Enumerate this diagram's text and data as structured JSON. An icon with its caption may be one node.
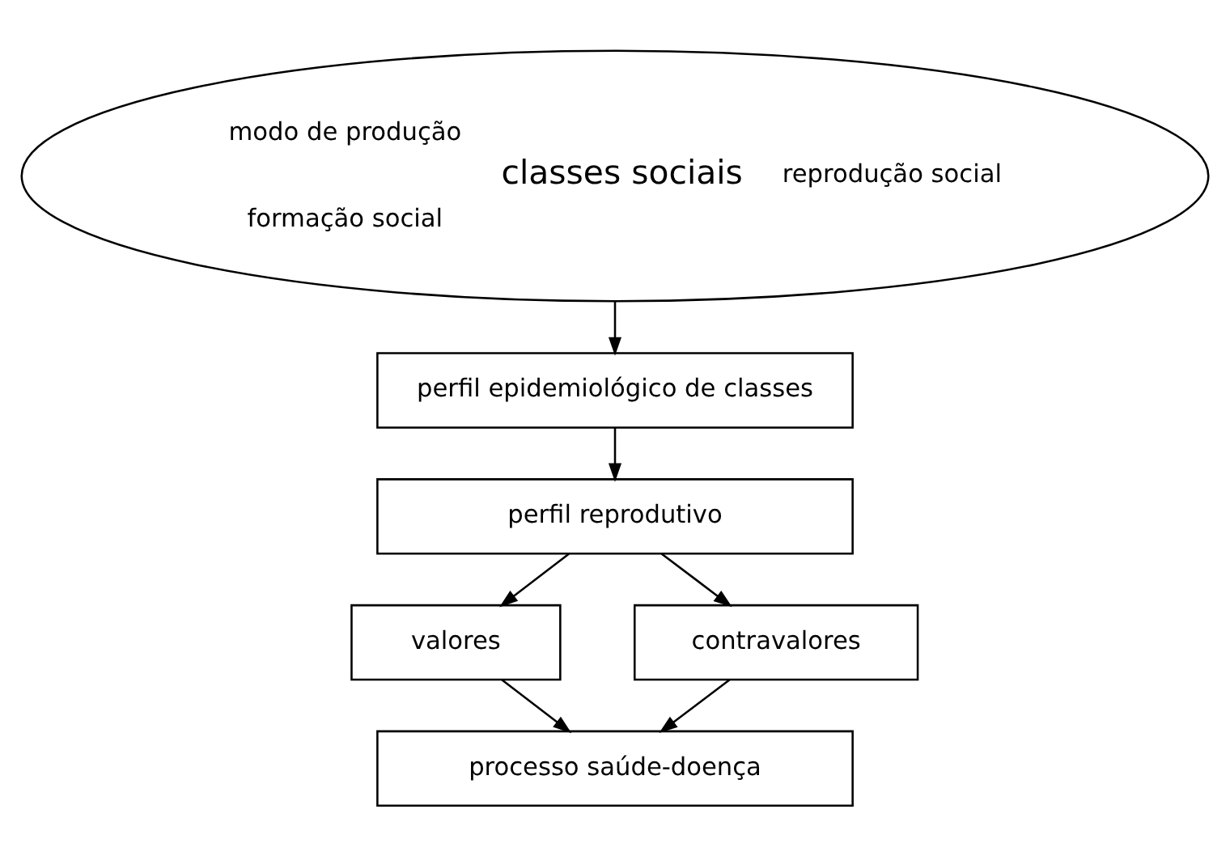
{
  "diagram": {
    "nodes": [
      {
        "text": [
          "modo de produção",
          "classes sociais",
          "reprodução social",
          "formação social"
        ]
      },
      {
        "text": [
          "perfil epidemiológico de classes"
        ]
      },
      {
        "text": [
          "perfil reprodutivo"
        ]
      },
      {
        "text": [
          "valores"
        ]
      },
      {
        "text": [
          "contravalores"
        ]
      },
      {
        "text": [
          "processo saúde-doença"
        ]
      }
    ],
    "edges": [
      {
        "from": 0,
        "to": 1,
        "arrow": "to"
      },
      {
        "from": 1,
        "to": 2,
        "arrow": "to"
      },
      {
        "from": 2,
        "to": 3,
        "arrow": "to"
      },
      {
        "from": 2,
        "to": 4,
        "arrow": "to"
      },
      {
        "from": 3,
        "to": 5,
        "arrow": "to"
      },
      {
        "from": 4,
        "to": 5,
        "arrow": "to"
      }
    ]
  }
}
